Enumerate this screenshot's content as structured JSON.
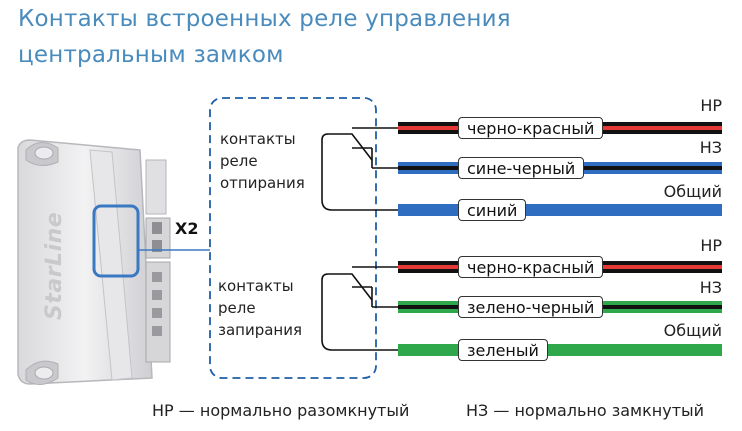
{
  "title": {
    "line1": "Контакты встроенных реле управления",
    "line2": "центральным замком"
  },
  "device": {
    "brand": "StarLine",
    "connector": "X2"
  },
  "groups": [
    {
      "label": [
        "контакты",
        "реле",
        "отпирания"
      ],
      "wires": [
        {
          "name": "черно-красный",
          "type": "НР",
          "base_color": "#111111",
          "stripe_color": "#e53935"
        },
        {
          "name": "сине-черный",
          "type": "НЗ",
          "base_color": "#2f6dc0",
          "stripe_color": "#111111"
        },
        {
          "name": "синий",
          "type": "Общий",
          "base_color": "#2f6dc0",
          "stripe_color": ""
        }
      ]
    },
    {
      "label": [
        "контакты",
        "реле",
        "запирания"
      ],
      "wires": [
        {
          "name": "черно-красный",
          "type": "НР",
          "base_color": "#111111",
          "stripe_color": "#e53935"
        },
        {
          "name": "зелено-черный",
          "type": "НЗ",
          "base_color": "#2ea84a",
          "stripe_color": "#111111"
        },
        {
          "name": "зеленый",
          "type": "Общий",
          "base_color": "#2ea84a",
          "stripe_color": ""
        }
      ]
    }
  ],
  "legend": {
    "no": "НР — нормально разомкнутый",
    "nc": "НЗ — нормально замкнутый"
  },
  "colors": {
    "title": "#4a8bbd",
    "dashed_box": "#1f5fa8",
    "connector_highlight": "#3a78c2"
  }
}
